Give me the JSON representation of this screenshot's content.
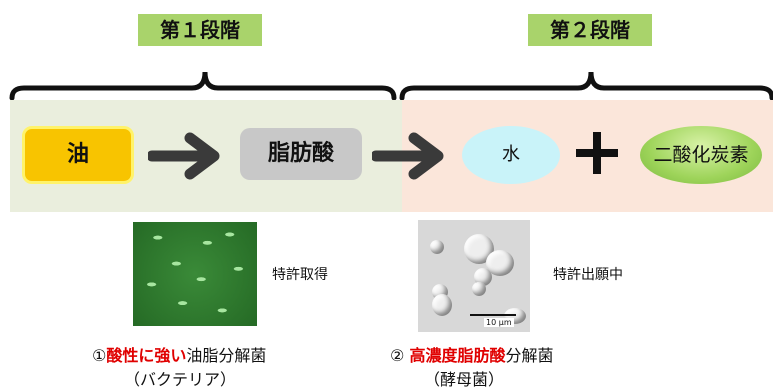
{
  "stages": {
    "stage1": "第１段階",
    "stage2": "第２段階"
  },
  "flow": {
    "oil": "油",
    "fatty_acid": "脂肪酸",
    "water": "水",
    "plus": "+",
    "co2": "二酸化炭素"
  },
  "organisms": {
    "bacteria_status": "特許取得",
    "yeast_status": "特許出願中",
    "scale_label": "10 μm",
    "caption1": {
      "prefix": "①",
      "highlight": "酸性に強い",
      "suffix": "油脂分解菌",
      "sub": "（バクテリア）"
    },
    "caption2": {
      "prefix": "② ",
      "highlight": "高濃度脂肪酸",
      "suffix": "分解菌",
      "sub": "（酵母菌）"
    }
  },
  "colors": {
    "stage_label_bg": "#a9d36b",
    "stage1_panel": "#eaeedd",
    "stage2_panel": "#fbe6da",
    "oil_box": "#f8c400",
    "fatty_acid_box": "#c8c8c8",
    "water_ellipse": "#c9f3f9",
    "co2_ellipse": "#9ed45a",
    "highlight_text": "#e00000"
  }
}
